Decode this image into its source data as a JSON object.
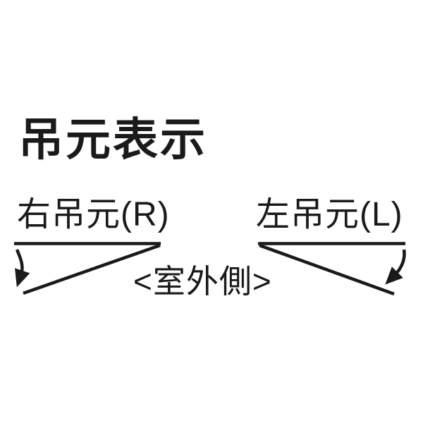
{
  "colors": {
    "background": "#ffffff",
    "ink": "#1a1a1a"
  },
  "title": "吊元表示",
  "diagram": {
    "right_hinge_label": "右吊元(R)",
    "left_hinge_label": "左吊元(L)",
    "center_label": "<室外側>",
    "icons": [
      "right-hinge-swing-arrow-icon",
      "left-hinge-swing-arrow-icon"
    ]
  }
}
